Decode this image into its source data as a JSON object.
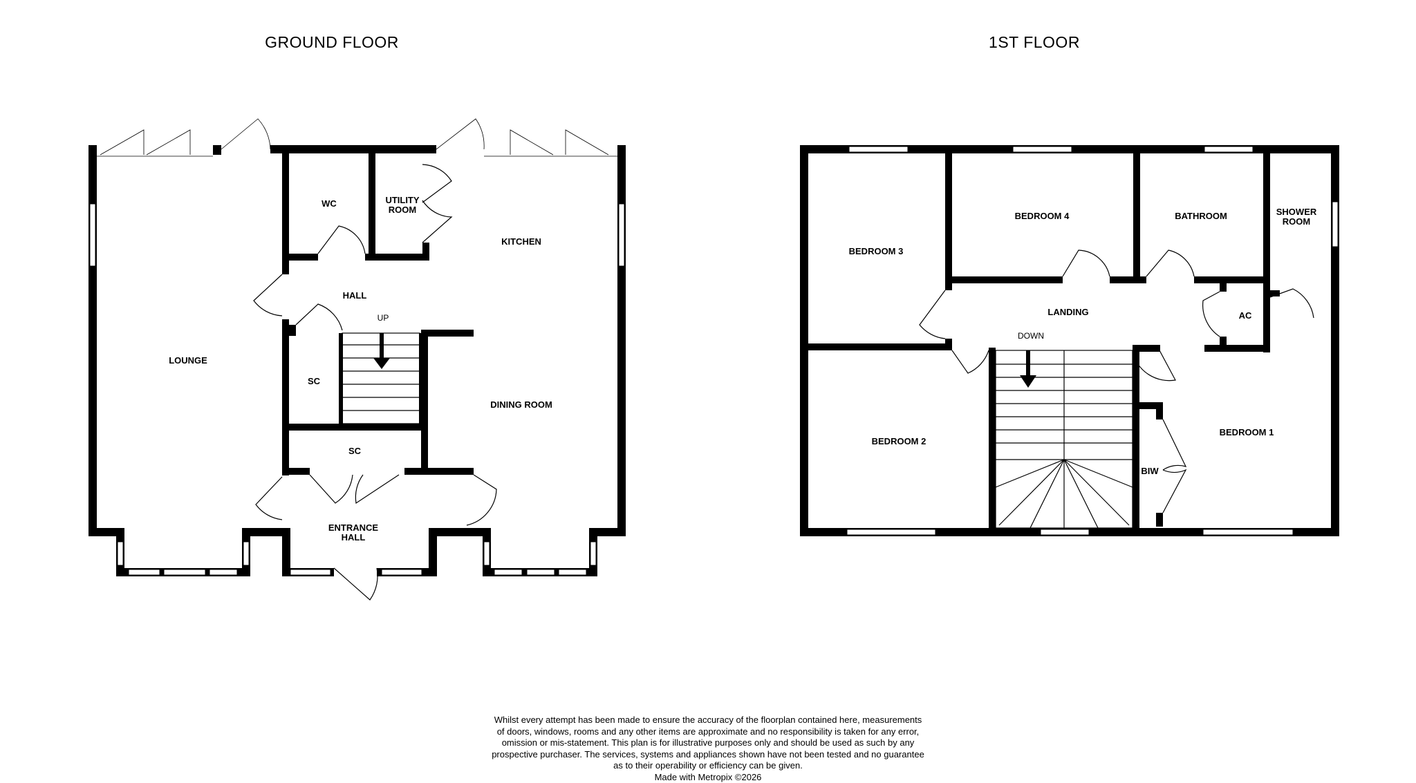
{
  "floors": {
    "ground": {
      "title": "GROUND FLOOR",
      "rooms": {
        "lounge": "LOUNGE",
        "wc": "WC",
        "utility_1": "UTILITY",
        "utility_2": "ROOM",
        "kitchen": "KITCHEN",
        "hall": "HALL",
        "stairs_up": "UP",
        "sc_1": "SC",
        "sc_2": "SC",
        "dining": "DINING ROOM",
        "entrance_1": "ENTRANCE",
        "entrance_2": "HALL"
      }
    },
    "first": {
      "title": "1ST FLOOR",
      "rooms": {
        "bedroom3": "BEDROOM 3",
        "bedroom4": "BEDROOM 4",
        "bathroom": "BATHROOM",
        "shower_1": "SHOWER",
        "shower_2": "ROOM",
        "landing": "LANDING",
        "ac": "AC",
        "stairs_down": "DOWN",
        "bedroom2": "BEDROOM 2",
        "bedroom1": "BEDROOM 1",
        "biw": "BIW"
      }
    }
  },
  "disclaimer": {
    "line1": "Whilst every attempt has been made to ensure the accuracy of the floorplan contained here, measurements",
    "line2": "of doors, windows, rooms and any other items are approximate and no responsibility is taken for any error,",
    "line3": "omission or mis-statement. This plan is for illustrative purposes only and should be used as such by any",
    "line4": "prospective purchaser. The services, systems and appliances shown have not been tested and no guarantee",
    "line5": "as to their operability or efficiency can be given.",
    "line6": "Made with Metropix ©2026"
  }
}
